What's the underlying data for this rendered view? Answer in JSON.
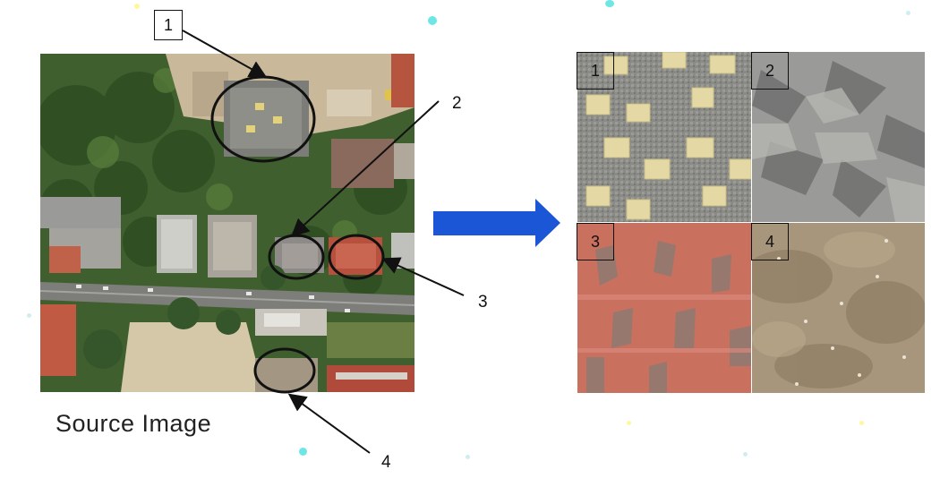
{
  "caption": "Source Image",
  "labels": {
    "source_1": "1",
    "source_2": "2",
    "source_3": "3",
    "source_4": "4",
    "tile_1": "1",
    "tile_2": "2",
    "tile_3": "3",
    "tile_4": "4"
  },
  "colors": {
    "arrow": "#1a56d6",
    "outline": "#111111",
    "tile_1": "#8c8c8c",
    "tile_2": "#9a9a9a",
    "tile_3": "#c56a5e",
    "tile_4": "#a8957a"
  }
}
